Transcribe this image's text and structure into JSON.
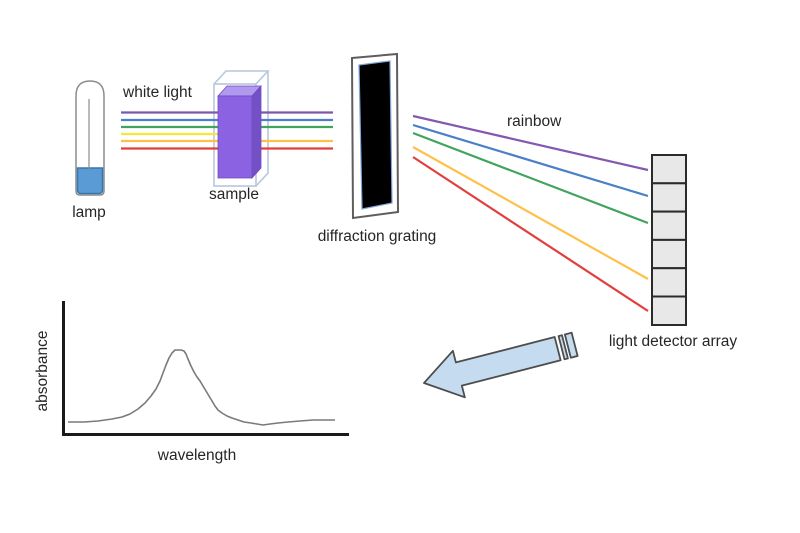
{
  "labels": {
    "lamp": "lamp",
    "white_light": "white light",
    "sample": "sample",
    "diffraction_grating": "diffraction grating",
    "rainbow": "rainbow",
    "light_detector_array": "light detector array"
  },
  "graph": {
    "ylabel": "absorbance",
    "xlabel": "wavelength",
    "curve_color": "#7a7a7a",
    "axis_color": "#1a1a1a",
    "curve_points": "68,422 84,422 98,421 112,419 122,417 130,414 138,409 145,403 151,396 156,389 160,381 163,373 166,365 169,358 172,353 175,350 181,350 184,351 186,354 188,359 191,366 194,372 197,377 200,381 203,386 206,391 209,396 212,401 215,406 218,410 222,413 227,416 232,418 238,420 244,422 251,423 257,424 263,425 270,424 278,423 288,422 300,421 313,420 335,420"
  },
  "rays": {
    "white_light": [
      {
        "name": "purple",
        "color": "#7e57a8"
      },
      {
        "name": "blue",
        "color": "#4a80c8"
      },
      {
        "name": "green",
        "color": "#42a45c"
      },
      {
        "name": "yellow",
        "color": "#f5e83c"
      },
      {
        "name": "amber",
        "color": "#ffc04a"
      },
      {
        "name": "red",
        "color": "#e33e3e"
      }
    ],
    "absorbed_in_sample": "yellow",
    "rainbow": [
      {
        "name": "purple",
        "color": "#8457b0"
      },
      {
        "name": "blue",
        "color": "#4a80c8"
      },
      {
        "name": "green",
        "color": "#42a45c"
      },
      {
        "name": "amber",
        "color": "#ffc04a"
      },
      {
        "name": "red",
        "color": "#e33e3e"
      }
    ]
  },
  "lamp": {
    "tube_outline": "#8c8c8c",
    "liquid_fill": "#5b9bd5",
    "liquid_border": "#3a76ac",
    "filament_color": "#8c8c8c"
  },
  "sample": {
    "cuvette_outline": "#b7c7dc",
    "front": "#8b62e2",
    "top": "#b099ee",
    "side": "#7450c6",
    "edge": "#6f4bc0"
  },
  "grating": {
    "frame_fill": "#ffffff",
    "frame_border": "#5e5e5e",
    "slit_fill": "#000000",
    "slit_edge": "#7ea6d8"
  },
  "detector": {
    "cell_count": 6,
    "cell_fill": "#e8e8e8",
    "cell_border": "#2b2b2b"
  },
  "arrow": {
    "fill": "#c5dcf0",
    "border": "#4d4d4d"
  }
}
